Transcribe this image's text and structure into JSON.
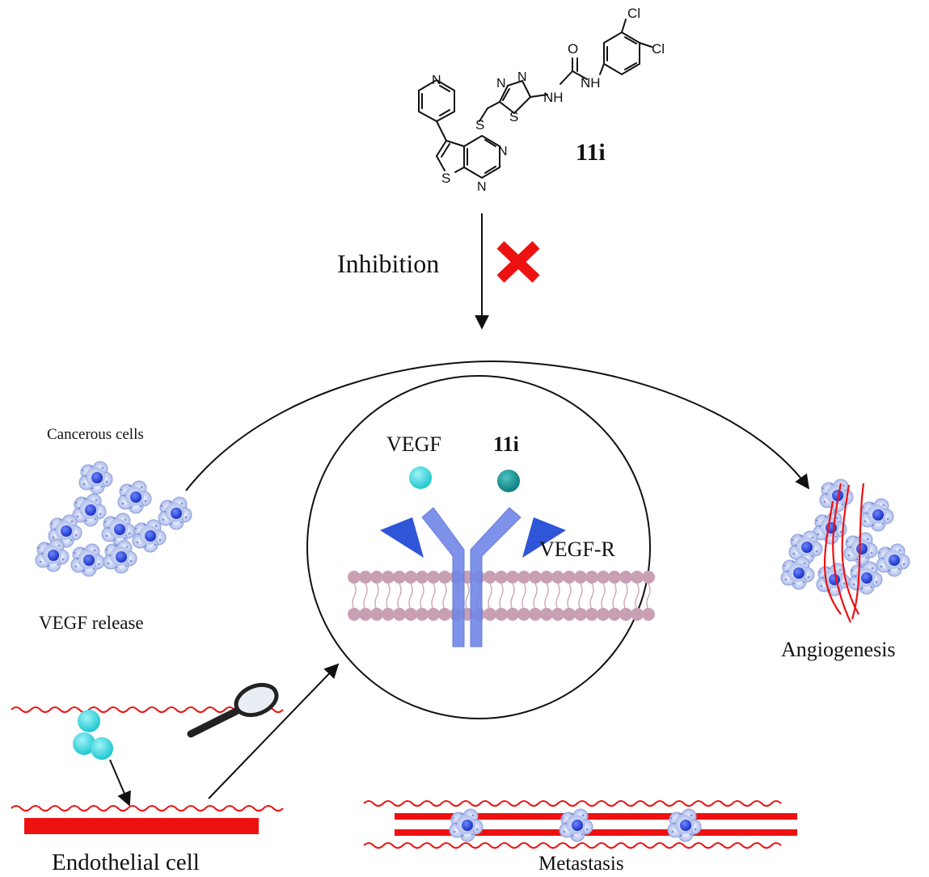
{
  "compound": {
    "name": "11i",
    "atoms": {
      "cl_top": "Cl",
      "cl_right": "Cl",
      "nh_top": "NH",
      "nh_bottom": "NH",
      "o": "O",
      "n_thiadiazole_1": "N",
      "n_thiadiazole_2": "N",
      "s_thiadiazole": "S",
      "s_linker": "S",
      "n_pyridine": "N",
      "n_pyrimidine_1": "N",
      "n_pyrimidine_2": "N",
      "s_thiophene": "S"
    }
  },
  "inhibition": {
    "label": "Inhibition",
    "marker_color": "#ee1111"
  },
  "labels": {
    "cancerous_cells": "Cancerous cells",
    "vegf_release": "VEGF release",
    "angiogenesis": "Angiogenesis",
    "endothelial_cell": "Endothelial cell",
    "metastasis": "Metastasis",
    "vegf": "VEGF",
    "inhibitor": "11i",
    "vegf_r": "VEGF-R"
  },
  "colors": {
    "vegf": "#2fd3dc",
    "inhibitor": "#138e8e",
    "receptor": "#6f86e6",
    "receptor_dark": "#2f55d8",
    "membrane": "#c99fb3",
    "vessel": "#ee1111",
    "cell": "#1e3fd6"
  }
}
